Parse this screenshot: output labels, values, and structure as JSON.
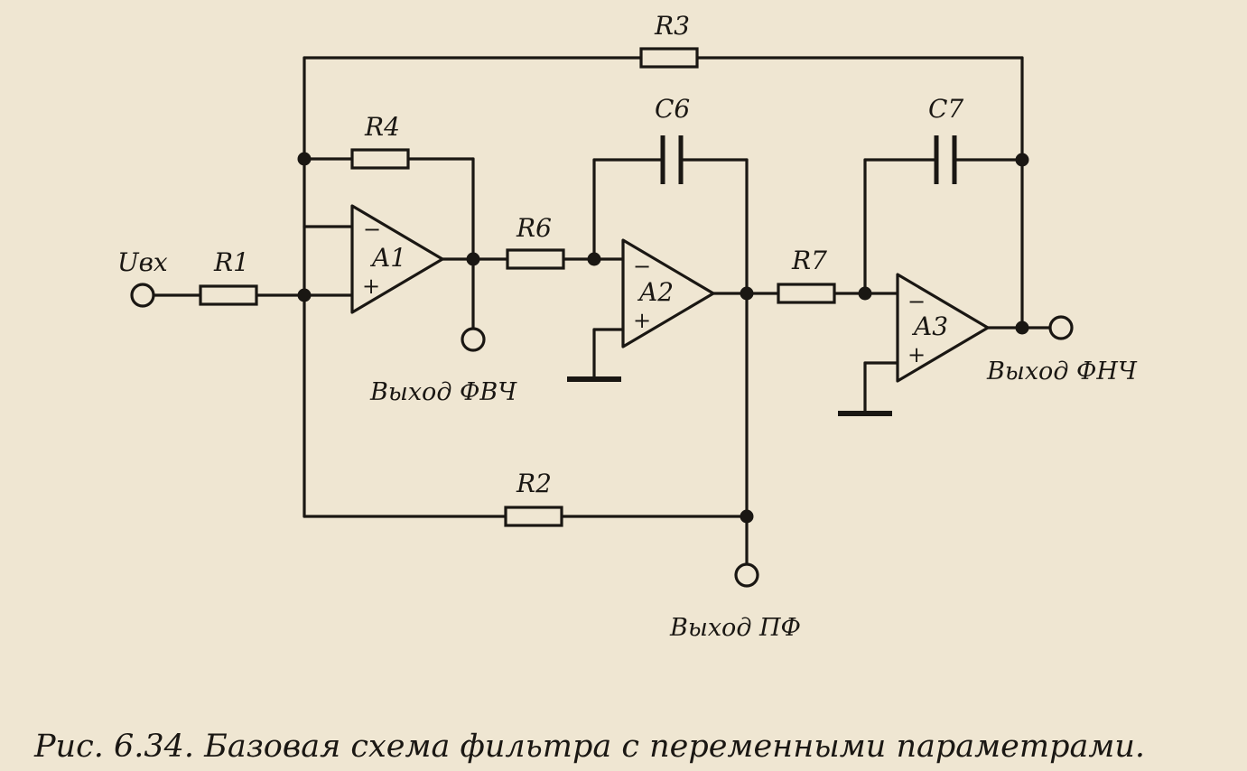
{
  "figure": {
    "caption": "Рис. 6.34. Базовая схема фильтра с переменными параметрами."
  },
  "components": {
    "input_label": "Uвх",
    "r1": "R1",
    "r2": "R2",
    "r3": "R3",
    "r4": "R4",
    "r6": "R6",
    "r7": "R7",
    "c6": "C6",
    "c7": "C7",
    "a1": "A1",
    "a2": "A2",
    "a3": "A3",
    "minus": "−",
    "plus": "+"
  },
  "outputs": {
    "hpf": "Выход ФВЧ",
    "bpf": "Выход ПФ",
    "lpf": "Выход ФНЧ"
  }
}
